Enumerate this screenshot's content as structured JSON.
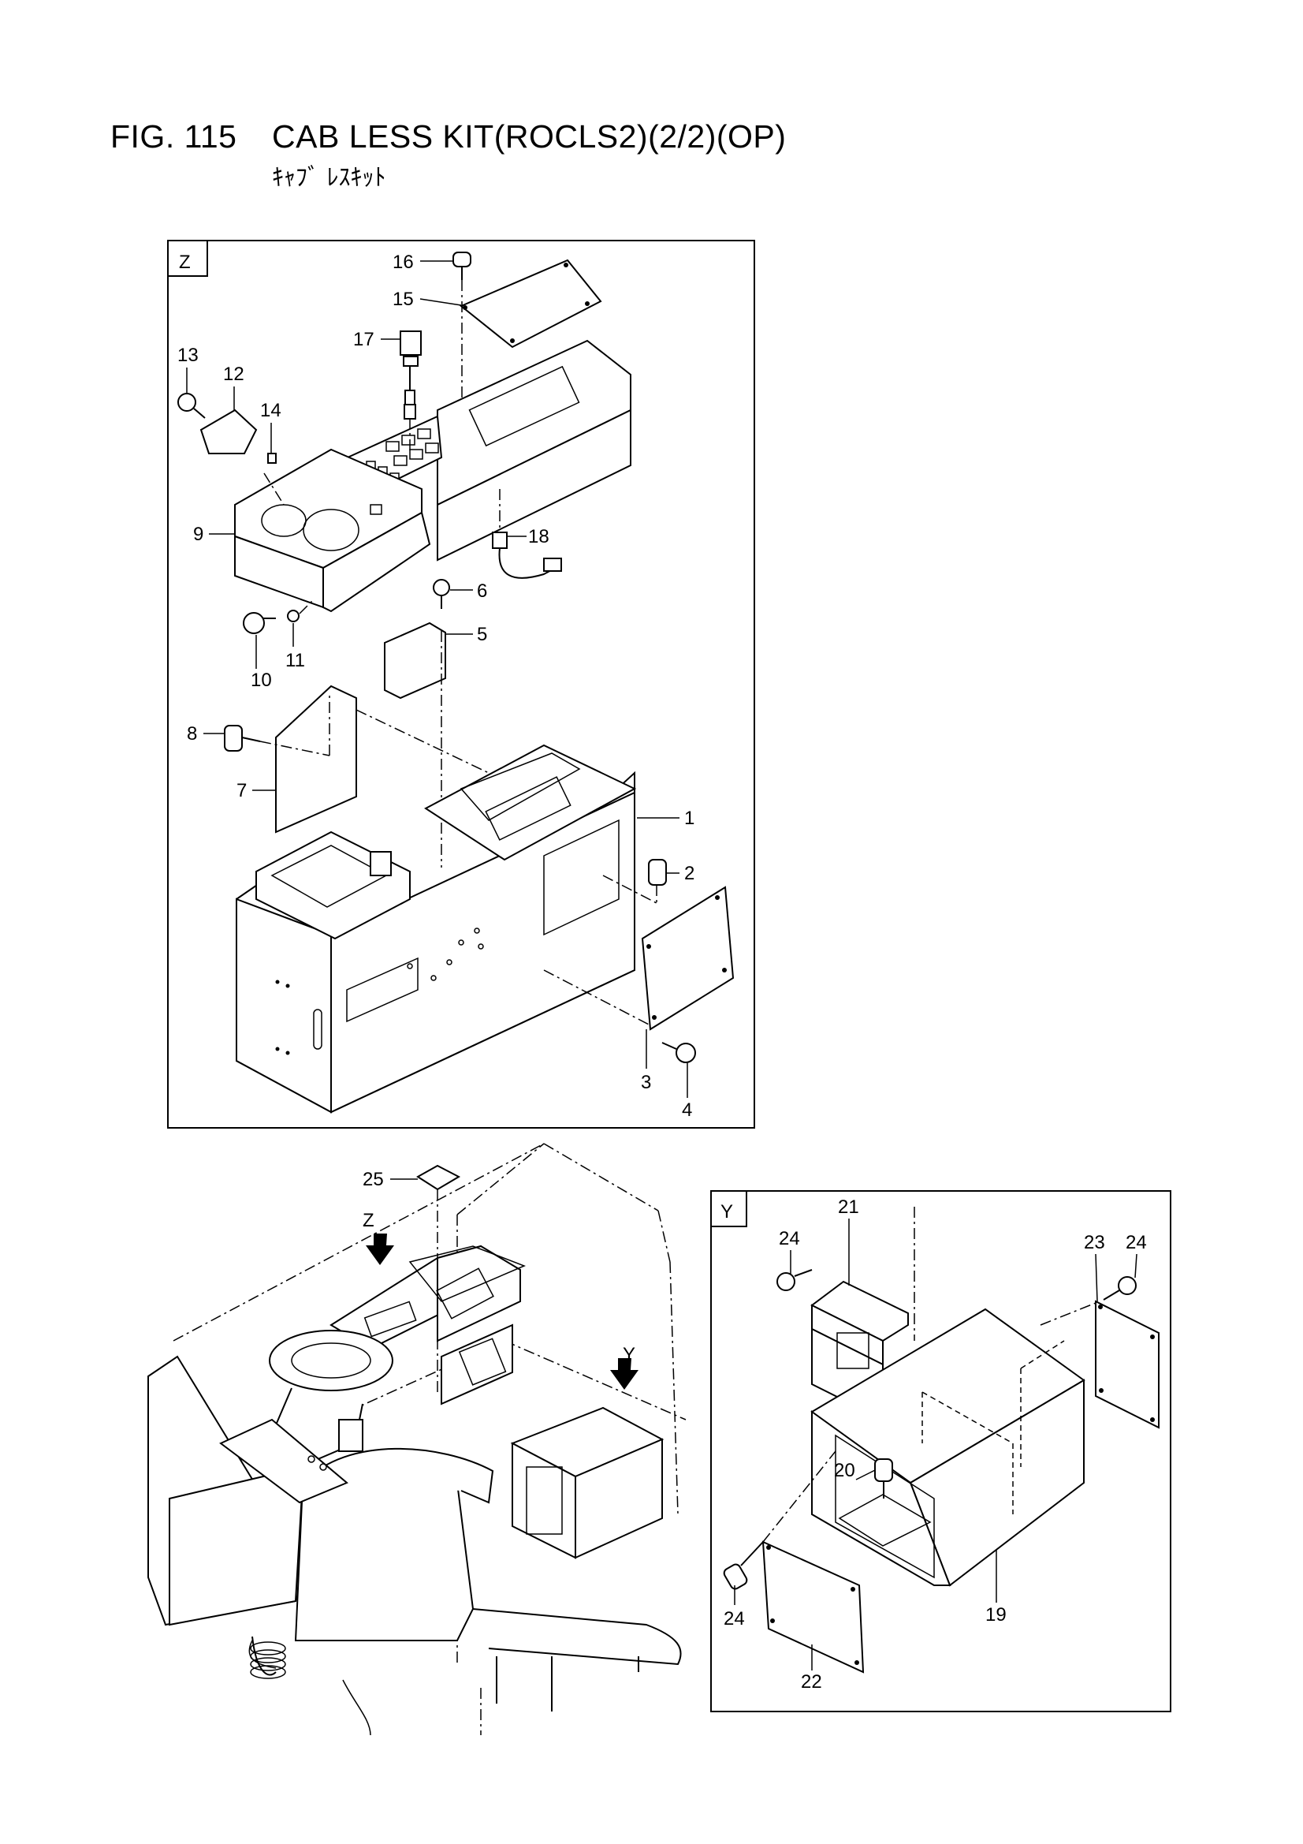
{
  "header": {
    "fig_number": "FIG. 115",
    "title": "CAB LESS KIT(ROCLS2)(2/2)(OP)",
    "subtitle_jp": "ｷｬﾌﾞ ﾚｽｷｯﾄ"
  },
  "views": {
    "z": {
      "tag": "Z"
    },
    "y": {
      "tag": "Y"
    },
    "overview_arrows": {
      "z": "Z",
      "y": "Y"
    }
  },
  "callouts": [
    "1",
    "2",
    "3",
    "4",
    "5",
    "6",
    "7",
    "8",
    "9",
    "10",
    "11",
    "12",
    "13",
    "14",
    "15",
    "16",
    "17",
    "18",
    "19",
    "20",
    "21",
    "22",
    "23",
    "24",
    "24",
    "24",
    "25"
  ]
}
